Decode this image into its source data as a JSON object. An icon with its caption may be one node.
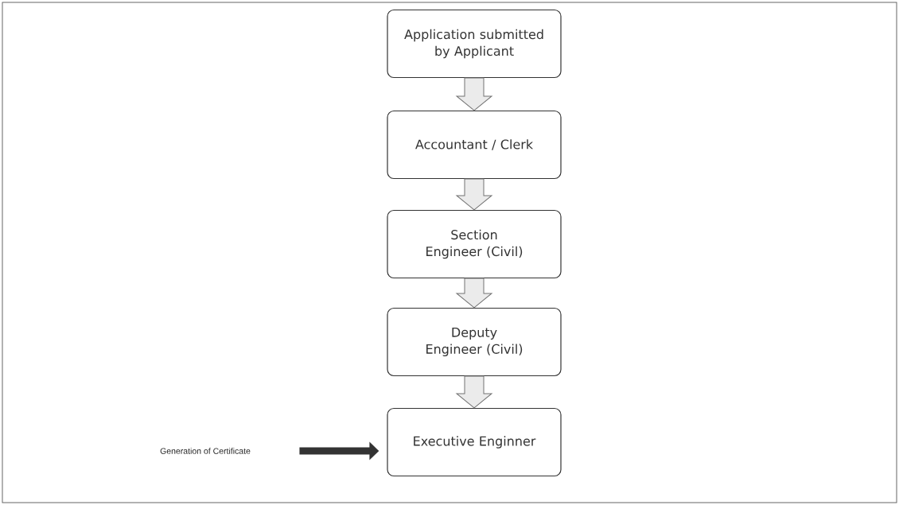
{
  "diagram": {
    "nodes": [
      {
        "text": [
          "Application submitted by Applicant"
        ]
      },
      {
        "text": [
          "Accountant / Clerk"
        ]
      },
      {
        "text": [
          "Section Engineer (Civil)"
        ]
      },
      {
        "text": [
          "Deputy Engineer (Civil)"
        ]
      },
      {
        "text": [
          "Executive Enginner"
        ]
      },
      {
        "text": [
          "Generation of Certificate"
        ]
      }
    ],
    "edges": [
      {
        "from": 0,
        "to": 1,
        "arrow": "to"
      },
      {
        "from": 1,
        "to": 2,
        "arrow": "to"
      },
      {
        "from": 2,
        "to": 3,
        "arrow": "to"
      },
      {
        "from": 3,
        "to": 4,
        "arrow": "to"
      },
      {
        "from": 5,
        "to": 4,
        "arrow": "to",
        "color": "#333333"
      }
    ]
  }
}
